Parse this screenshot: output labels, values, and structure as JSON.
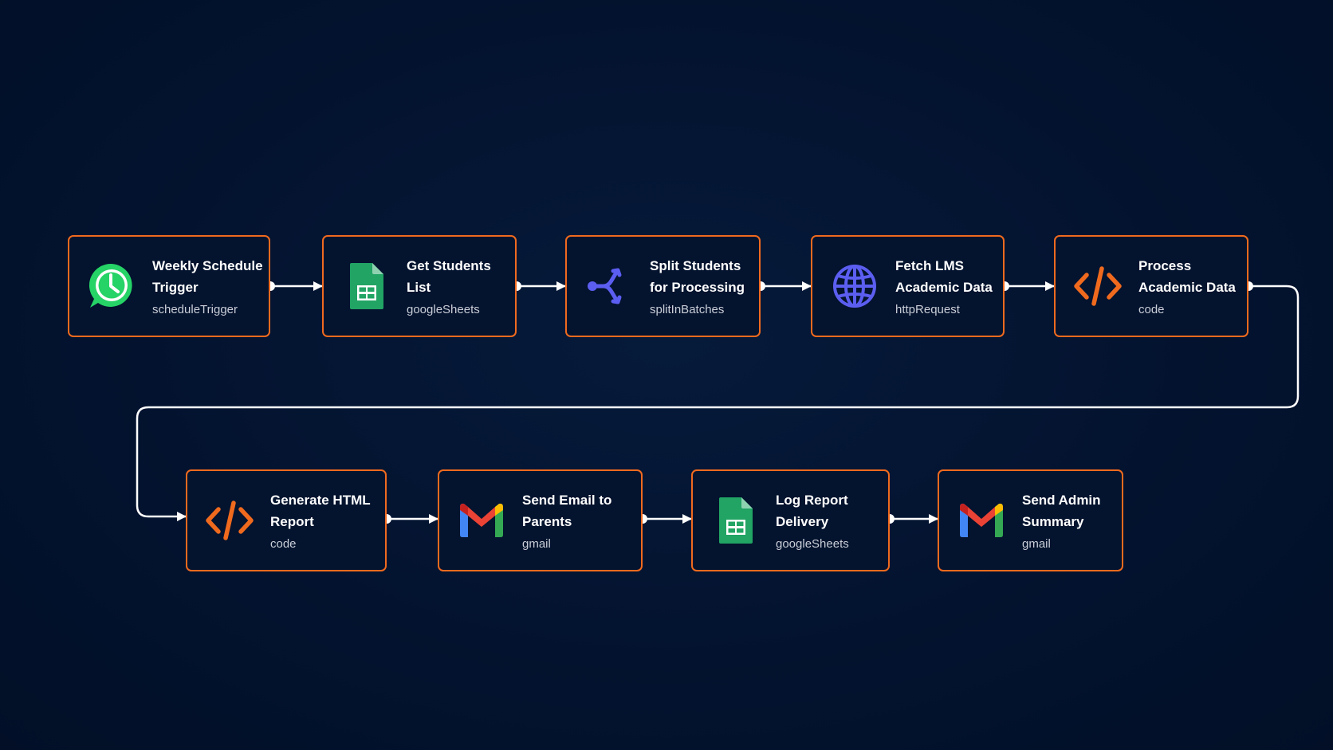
{
  "colors": {
    "background": "#03132f",
    "node_border": "#f06a1e",
    "connector": "#ffffff",
    "title_text": "#ffffff",
    "type_text": "#c9ced8"
  },
  "nodes": [
    {
      "title": "Weekly Schedule Trigger",
      "type": "scheduleTrigger",
      "icon": "whatsapp-clock-icon"
    },
    {
      "title": "Get Students List",
      "type": "googleSheets",
      "icon": "google-sheets-icon"
    },
    {
      "title": "Split Students for Processing",
      "type": "splitInBatches",
      "icon": "split-branch-icon"
    },
    {
      "title": "Fetch LMS Academic Data",
      "type": "httpRequest",
      "icon": "globe-icon"
    },
    {
      "title": "Process Academic Data",
      "type": "code",
      "icon": "code-icon"
    },
    {
      "title": "Generate HTML Report",
      "type": "code",
      "icon": "code-icon"
    },
    {
      "title": "Send Email to Parents",
      "type": "gmail",
      "icon": "gmail-icon"
    },
    {
      "title": "Log Report Delivery",
      "type": "googleSheets",
      "icon": "google-sheets-icon"
    },
    {
      "title": "Send Admin Summary",
      "type": "gmail",
      "icon": "gmail-icon"
    }
  ]
}
